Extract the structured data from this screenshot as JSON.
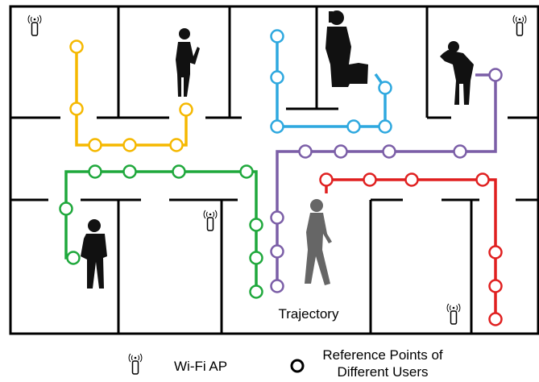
{
  "annotations": {
    "trajectory_label": "Trajectory"
  },
  "legend": {
    "wifi_ap_label": "Wi-Fi AP",
    "reference_points_line1": "Reference Points of",
    "reference_points_line2": "Different Users"
  },
  "colors": {
    "wall": "#000000",
    "user_yellow": "#F5B800",
    "user_blue": "#2EA8DF",
    "user_purple": "#7B5EA7",
    "user_green": "#1FA83C",
    "user_red": "#E02020",
    "silhouette_dark": "#111111",
    "silhouette_grey": "#666666"
  },
  "icons": [
    "wifi-ap-icon",
    "reference-point-icon",
    "person-silhouette"
  ],
  "wifi_ap_count": 4,
  "users": [
    "yellow",
    "blue",
    "purple",
    "green",
    "red"
  ]
}
